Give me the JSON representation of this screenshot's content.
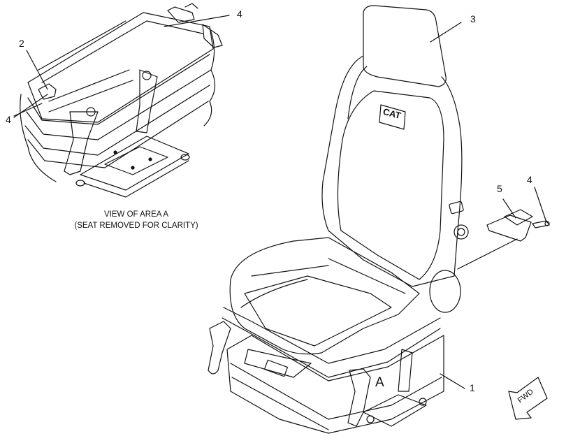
{
  "callouts": {
    "c1": "1",
    "c2": "2",
    "c3": "3",
    "c4_top": "4",
    "c4_left": "4",
    "c4_right": "4",
    "c5": "5"
  },
  "area_marker": "A",
  "seat_logo": "CAT",
  "fwd_arrow": "FWD",
  "caption": {
    "line1": "VIEW OF AREA A",
    "line2": "(SEAT REMOVED FOR CLARITY)"
  }
}
